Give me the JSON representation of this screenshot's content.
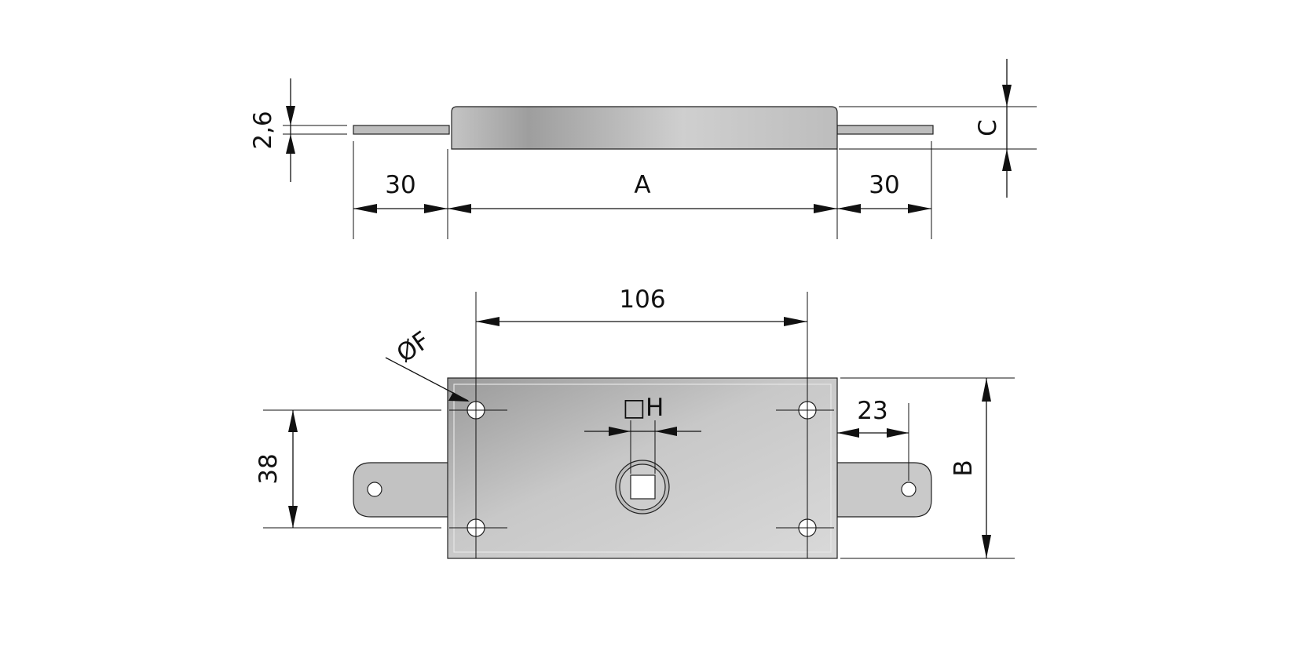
{
  "colors": {
    "line": "#111111",
    "metal_light": "#d6d6d6",
    "metal_mid": "#b4b4b4",
    "metal_dark": "#8c8c8c"
  },
  "labels": {
    "thickness": "2,6",
    "left_tab": "30",
    "body_length": "A",
    "right_tab": "30",
    "height_side": "C",
    "hole_spacing": "106",
    "hole_diameter": "ØF",
    "square_hole": "□H",
    "vertical_spacing": "38",
    "tab_hole_offset": "23",
    "width": "B"
  }
}
